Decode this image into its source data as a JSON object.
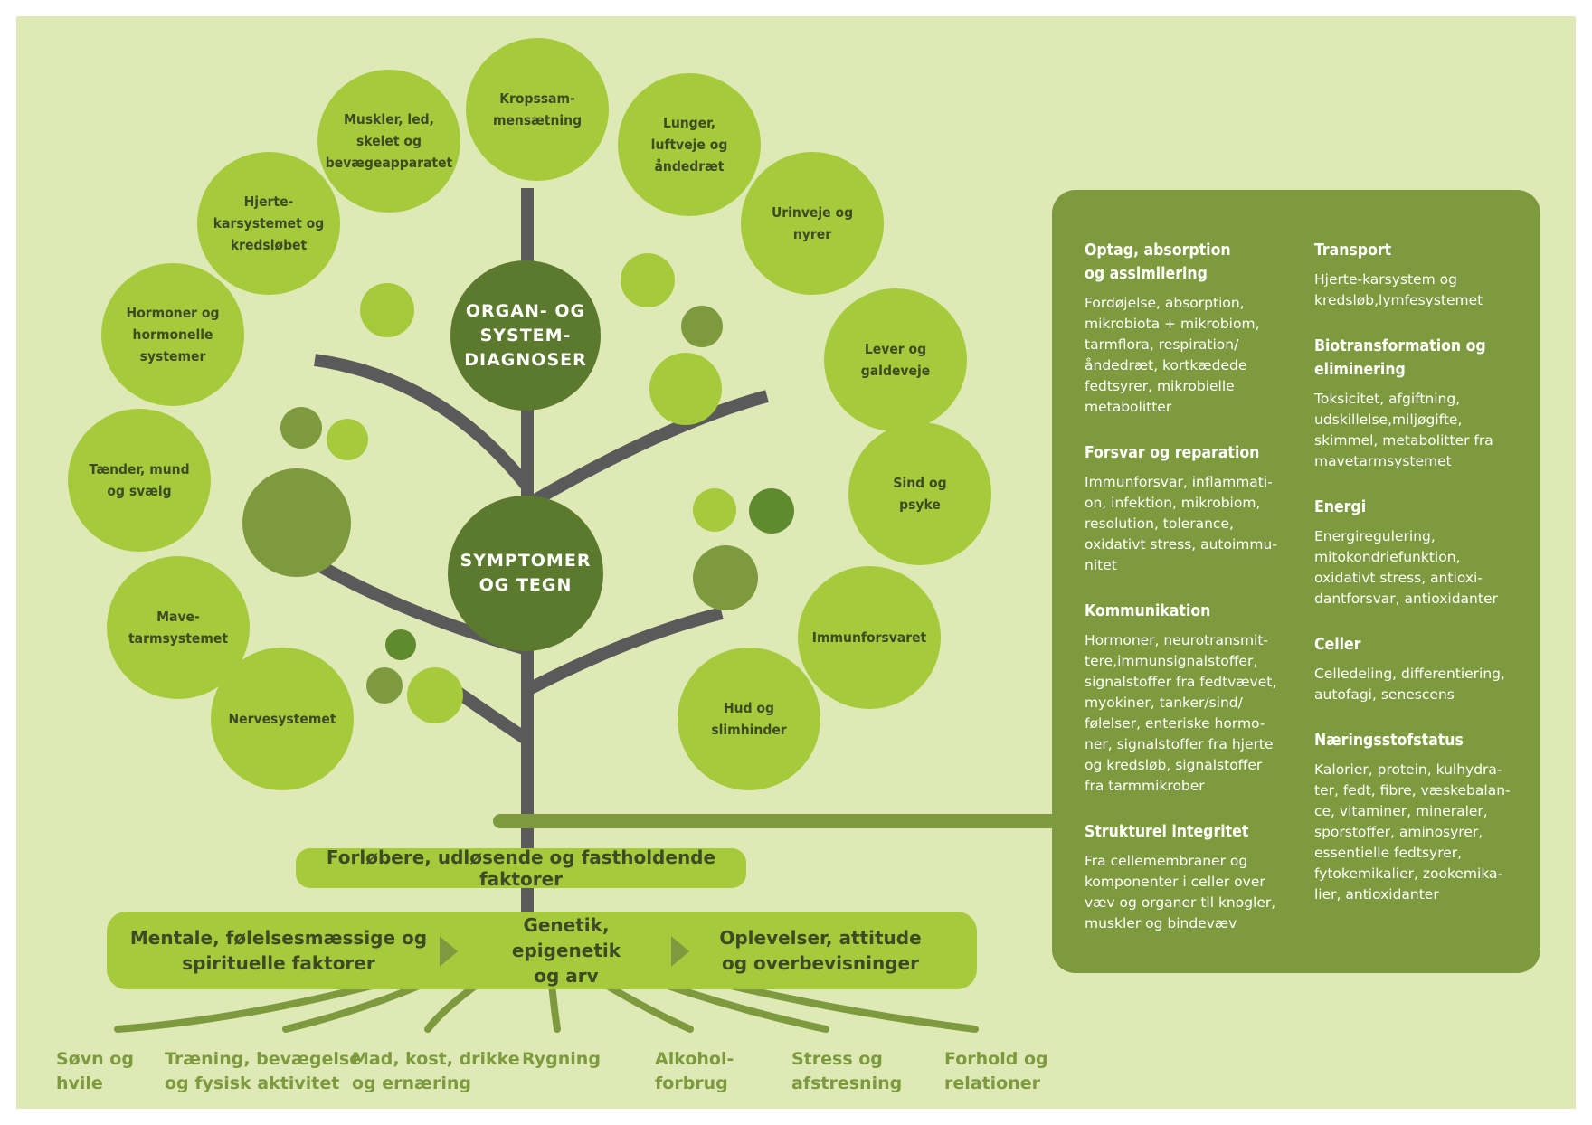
{
  "tree": {
    "top_hub": "ORGAN- OG\nSYSTEM-\nDIAGNOSER",
    "mid_hub": "SYMPTOMER\nOG TEGN"
  },
  "organ_systems": [
    "Kropssam-\nmensætning",
    "Muskler, led,\nskelet og\nbevægeapparatet",
    "Lunger,\nluftveje og\nåndedræt",
    "Hjerte-\nkarsystemet og\nkredsløbet",
    "Urinveje og\nnyrer",
    "Hormoner og\nhormonelle\nsystemer",
    "Lever og\ngaldeveje",
    "Tænder, mund\nog svælg",
    "Sind og\npsyke",
    "Mave-\ntarmsystemet",
    "Immunforsvaret",
    "Nervesystemet",
    "Hud og\nslimhinder"
  ],
  "factors_label": "Forløbere, udløsende og fastholdende faktorer",
  "core_factors": [
    "Mentale, følelsesmæssige og\nspirituelle faktorer",
    "Genetik, epigenetik\nog arv",
    "Oplevelser, attitude\nog overbevisninger"
  ],
  "lifestyle_factors": [
    "Søvn og\nhvile",
    "Træning, bevægelse\nog fysisk aktivitet",
    "Mad, kost, drikke\nog ernæring",
    "Rygning",
    "Alkohol-\nforbrug",
    "Stress og\nafstresning",
    "Forhold og\nrelationer"
  ],
  "panel": {
    "left": [
      {
        "title": "Optag, absorption\nog assimilering",
        "body": "Fordøjelse, absorption,\nmikrobiota + mikrobiom,\ntarmflora, respiration/\nåndedræt, kortkædede\nfedtsyrer, mikrobielle\nmetabolitter"
      },
      {
        "title": "Forsvar og reparation",
        "body": "Immunforsvar, inflammati-\non, infektion, mikrobiom,\nresolution, tolerance,\noxidativt stress, autoimmu-\nnitet"
      },
      {
        "title": "Kommunikation",
        "body": "Hormoner, neurotransmit-\ntere,immunsignalstoffer,\nsignalstoffer fra fedtvævet,\nmyokiner, tanker/sind/\nfølelser, enteriske hormo-\nner, signalstoffer fra hjerte\nog kredsløb, signalstoffer\nfra tarmmikrober"
      },
      {
        "title": "Strukturel integritet",
        "body": "Fra cellemembraner og\nkomponenter i celler over\nvæv og organer til knogler,\nmuskler og bindevæv"
      }
    ],
    "right": [
      {
        "title": "Transport",
        "body": "Hjerte-karsystem og\nkredsløb,lymfesystemet"
      },
      {
        "title": "Biotransformation og\neliminering",
        "body": "Toksicitet, afgiftning,\nudskillelse,miljøgifte,\nskimmel, metabolitter fra\nmavetarmsystemet"
      },
      {
        "title": "Energi",
        "body": "Energiregulering,\nmitokondriefunktion,\noxidativt stress, antioxi-\ndantforsvar, antioxidanter"
      },
      {
        "title": "Celler",
        "body": "Celledeling, differentiering,\nautofagi, senescens"
      },
      {
        "title": "Næringsstofstatus",
        "body": "Kalorier, protein, kulhydra-\nter, fedt, fibre, væskebalan-\nce, vitaminer, mineraler,\nsporstoffer, aminosyrer,\nessentielle fedtsyrer,\nfytokemikalier, zookemika-\nlier, antioxidanter"
      }
    ]
  }
}
